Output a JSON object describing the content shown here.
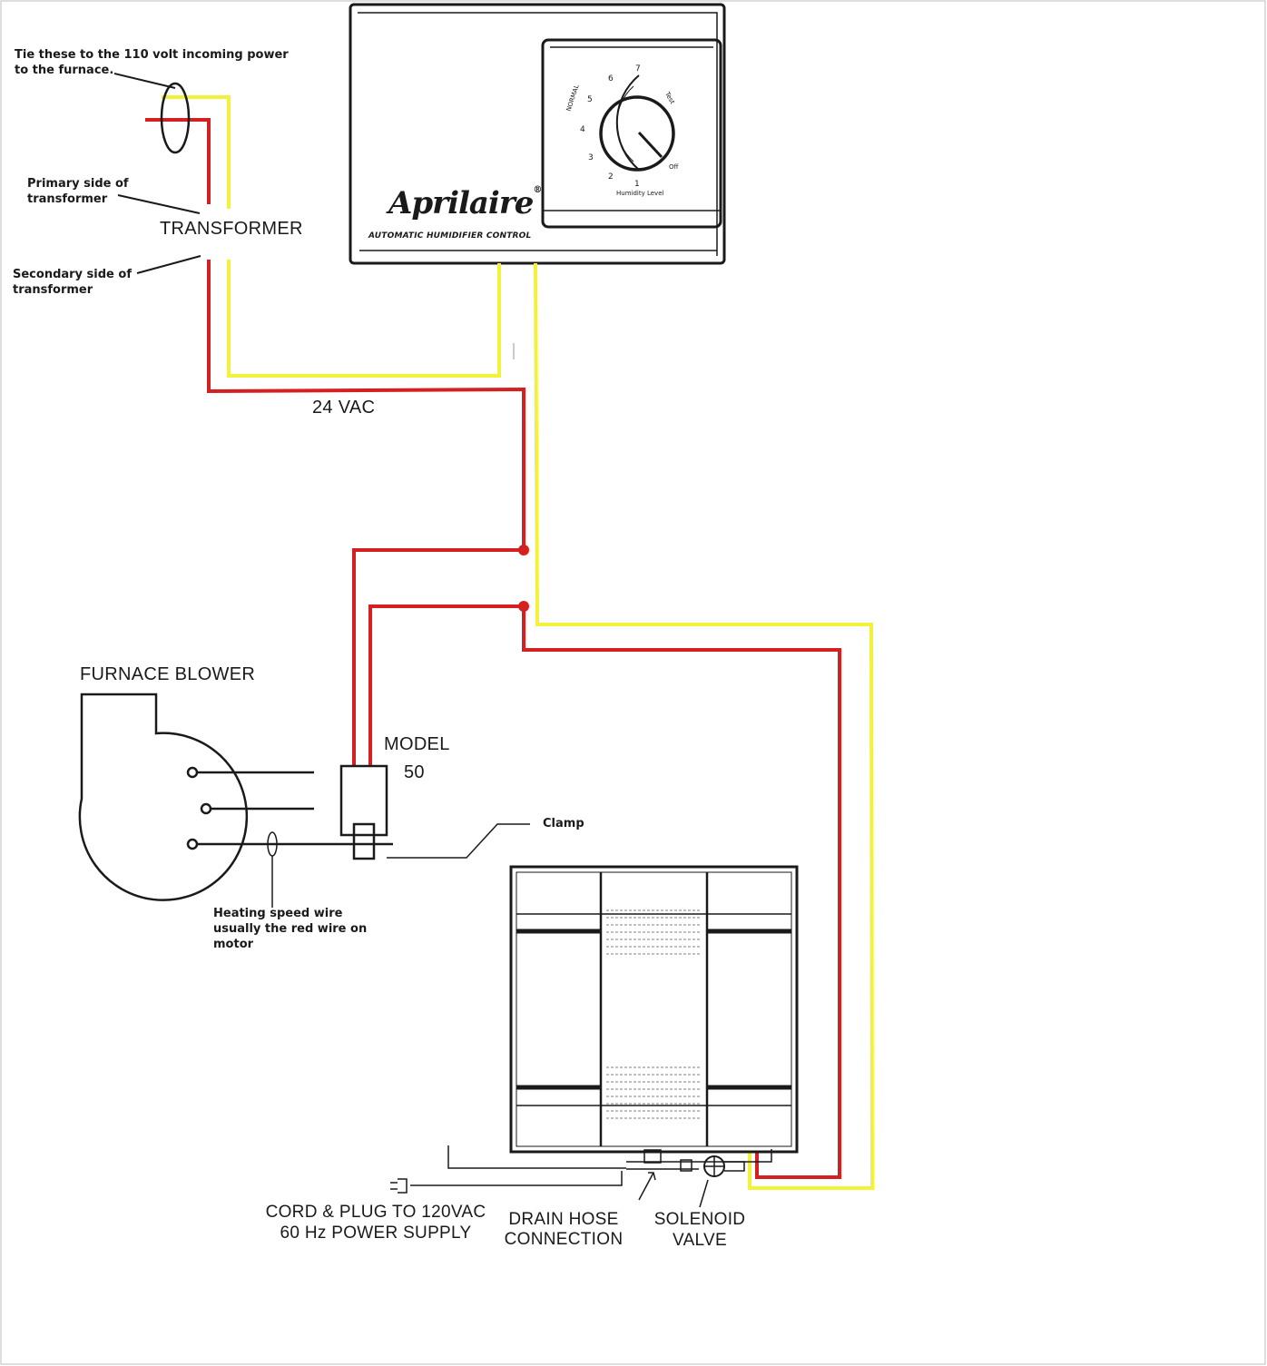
{
  "notes": {
    "tie_line1": "Tie these to the 110 volt incoming power",
    "tie_line2": "to the furnace.",
    "primary_line1": "Primary side of",
    "primary_line2": "transformer",
    "secondary_line1": "Secondary side of",
    "secondary_line2": "transformer",
    "heating_line1": "Heating speed wire",
    "heating_line2": "usually the red wire on",
    "heating_line3": "motor",
    "clamp": "Clamp"
  },
  "labels": {
    "transformer": "TRANSFORMER",
    "vac": "24 VAC",
    "furnace_blower": "FURNACE BLOWER",
    "model_line1": "MODEL",
    "model_line2": "50",
    "cord_line1": "CORD & PLUG TO 120VAC",
    "cord_line2": "60 Hz POWER SUPPLY",
    "drain_line1": "DRAIN HOSE",
    "drain_line2": "CONNECTION",
    "solenoid_line1": "SOLENOID",
    "solenoid_line2": "VALVE"
  },
  "control": {
    "brand": "Aprilaire",
    "registered": "®",
    "subtitle": "AUTOMATIC HUMIDIFIER CONTROL",
    "dial_numbers": [
      "1",
      "2",
      "3",
      "4",
      "5",
      "6",
      "7"
    ],
    "normal": "NORMAL",
    "test": "Test",
    "off": "Off",
    "humidity_level": "Humidity Level"
  },
  "colors": {
    "red_wire": "#d42020",
    "yellow_wire": "#f2f23a",
    "ink": "#1a1a1a"
  }
}
